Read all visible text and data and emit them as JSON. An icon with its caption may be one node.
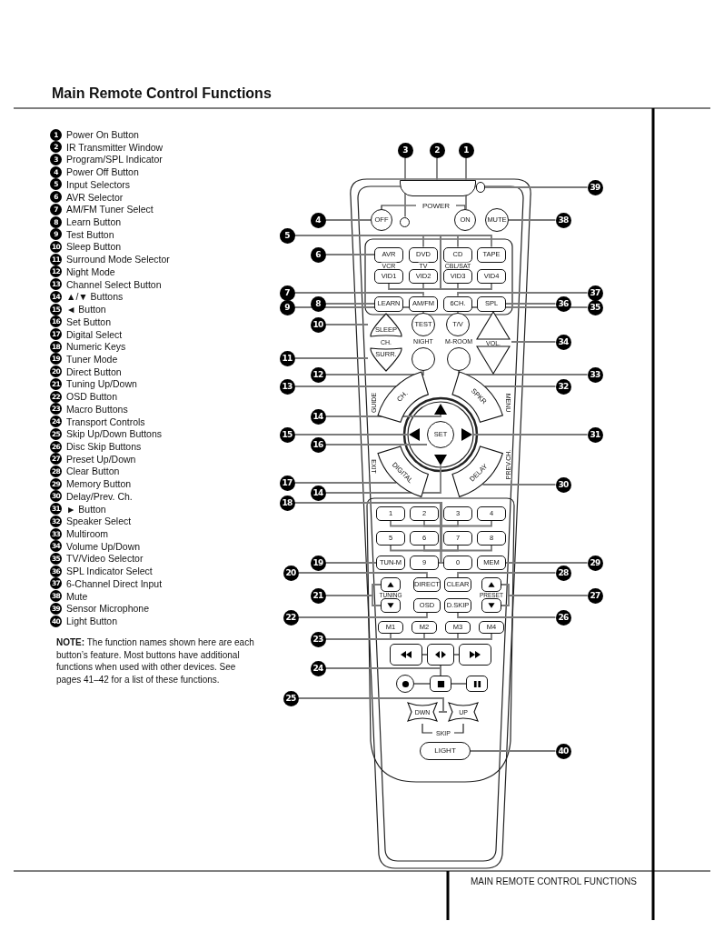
{
  "diagram": {
    "title": "Main Remote Control Functions",
    "nodes": [
      {
        "text": [
          "1"
        ]
      },
      {
        "text": [
          "2"
        ]
      },
      {
        "text": [
          "3"
        ]
      },
      {
        "text": [
          "4"
        ]
      },
      {
        "text": [
          "5"
        ]
      },
      {
        "text": [
          "6"
        ]
      },
      {
        "text": [
          "7"
        ]
      },
      {
        "text": [
          "8"
        ]
      },
      {
        "text": [
          "9"
        ]
      },
      {
        "text": [
          "10"
        ]
      },
      {
        "text": [
          "11"
        ]
      },
      {
        "text": [
          "12"
        ]
      },
      {
        "text": [
          "13"
        ]
      },
      {
        "text": [
          "14"
        ]
      },
      {
        "text": [
          "14"
        ]
      },
      {
        "text": [
          "15"
        ]
      },
      {
        "text": [
          "16"
        ]
      },
      {
        "text": [
          "17"
        ]
      },
      {
        "text": [
          "18"
        ]
      },
      {
        "text": [
          "19"
        ]
      },
      {
        "text": [
          "20"
        ]
      },
      {
        "text": [
          "21"
        ]
      },
      {
        "text": [
          "22"
        ]
      },
      {
        "text": [
          "23"
        ]
      },
      {
        "text": [
          "24"
        ]
      },
      {
        "text": [
          "25"
        ]
      },
      {
        "text": [
          "26"
        ]
      },
      {
        "text": [
          "27"
        ]
      },
      {
        "text": [
          "28"
        ]
      },
      {
        "text": [
          "29"
        ]
      },
      {
        "text": [
          "30"
        ]
      },
      {
        "text": [
          "31"
        ]
      },
      {
        "text": [
          "32"
        ]
      },
      {
        "text": [
          "33"
        ]
      },
      {
        "text": [
          "34"
        ]
      },
      {
        "text": [
          "35"
        ]
      },
      {
        "text": [
          "36"
        ]
      },
      {
        "text": [
          "37"
        ]
      },
      {
        "text": [
          "38"
        ]
      },
      {
        "text": [
          "39"
        ]
      },
      {
        "text": [
          "40"
        ]
      },
      {
        "text": [],
        "shape": "box"
      },
      {
        "text": [],
        "shape": "box"
      },
      {
        "text": [],
        "shape": "circle"
      },
      {
        "text": [
          "OFF"
        ]
      },
      {
        "text": [
          "ON"
        ]
      },
      {
        "text": [
          "MUTE"
        ]
      },
      {
        "text": [
          "AVR"
        ]
      },
      {
        "text": [
          "DVD"
        ]
      },
      {
        "text": [
          "CD"
        ]
      },
      {
        "text": [
          "TAPE"
        ]
      },
      {
        "text": [
          "VCR",
          "VID1"
        ]
      },
      {
        "text": [
          "TV",
          "VID2"
        ]
      },
      {
        "text": [
          "CBL/SAT",
          "VID3"
        ]
      },
      {
        "text": [
          "VID4"
        ]
      },
      {
        "text": [
          "LEARN"
        ]
      },
      {
        "text": [
          "AM/FM"
        ]
      },
      {
        "text": [
          "6CH."
        ]
      },
      {
        "text": [
          "SPL"
        ]
      },
      {
        "text": [
          "SLEEP"
        ]
      },
      {
        "text": [
          "TEST"
        ]
      },
      {
        "text": [
          "T/V"
        ]
      },
      {
        "text": [
          "VOL."
        ]
      },
      {
        "text": [
          "CH.",
          "SURR."
        ]
      },
      {
        "text": [
          "NIGHT"
        ]
      },
      {
        "text": [
          "M-ROOM"
        ]
      },
      {
        "text": [
          "GUIDE",
          "CH."
        ]
      },
      {
        "text": [
          "MENU",
          "SPKR"
        ]
      },
      {
        "text": [
          "DIGITAL",
          "EXIT"
        ]
      },
      {
        "text": [
          "DELAY",
          "PREV.CH."
        ]
      },
      {
        "text": [],
        "shape": "triangle"
      },
      {
        "text": [],
        "shape": "triangle"
      },
      {
        "text": [
          "SET"
        ]
      },
      {
        "text": [],
        "shape": "triangle"
      },
      {
        "text": [],
        "shape": "triangle"
      },
      {
        "text": [
          "1"
        ]
      },
      {
        "text": [
          "2"
        ]
      },
      {
        "text": [
          "3"
        ]
      },
      {
        "text": [
          "4"
        ]
      },
      {
        "text": [
          "5"
        ]
      },
      {
        "text": [
          "6"
        ]
      },
      {
        "text": [
          "7"
        ]
      },
      {
        "text": [
          "8"
        ]
      },
      {
        "text": [
          "9"
        ]
      },
      {
        "text": [
          "0"
        ]
      },
      {
        "text": [
          "TUN-M"
        ]
      },
      {
        "text": [
          "MEM"
        ]
      },
      {
        "text": [],
        "shape": "box"
      },
      {
        "text": [
          "DIRECT"
        ]
      },
      {
        "text": [
          "CLEAR"
        ]
      },
      {
        "text": [],
        "shape": "box"
      },
      {
        "text": [],
        "shape": "box"
      },
      {
        "text": [
          "OSD"
        ]
      },
      {
        "text": [
          "D.SKIP"
        ]
      },
      {
        "text": [],
        "shape": "box"
      },
      {
        "text": [
          "M1"
        ]
      },
      {
        "text": [
          "M2"
        ]
      },
      {
        "text": [
          "M3"
        ]
      },
      {
        "text": [
          "M4"
        ]
      },
      {
        "text": [],
        "shape": "box"
      },
      {
        "text": [],
        "shape": "box"
      },
      {
        "text": [],
        "shape": "box"
      },
      {
        "text": [],
        "shape": "circle"
      },
      {
        "text": [],
        "shape": "box"
      },
      {
        "text": [],
        "shape": "box"
      },
      {
        "text": [
          "DWN"
        ]
      },
      {
        "text": [
          "UP"
        ]
      },
      {
        "text": [
          "LIGHT"
        ]
      }
    ],
    "edges": [
      {
        "from": 0,
        "to": 45,
        "arrow": "none"
      },
      {
        "from": 1,
        "to": 41,
        "arrow": "none"
      },
      {
        "from": 2,
        "to": 43,
        "arrow": "none"
      },
      {
        "from": 3,
        "to": 44,
        "arrow": "none"
      },
      {
        "from": 4,
        "to": 48,
        "arrow": "none"
      },
      {
        "from": 4,
        "to": 49,
        "arrow": "none"
      },
      {
        "from": 4,
        "to": 50,
        "arrow": "none"
      },
      {
        "from": 4,
        "to": 51,
        "arrow": "none"
      },
      {
        "from": 4,
        "to": 52,
        "arrow": "none"
      },
      {
        "from": 4,
        "to": 53,
        "arrow": "none"
      },
      {
        "from": 4,
        "to": 54,
        "arrow": "none"
      },
      {
        "from": 5,
        "to": 47,
        "arrow": "none"
      },
      {
        "from": 6,
        "to": 56,
        "arrow": "none"
      },
      {
        "from": 7,
        "to": 55,
        "arrow": "none"
      },
      {
        "from": 8,
        "to": 60,
        "arrow": "none"
      },
      {
        "from": 9,
        "to": 59,
        "arrow": "none"
      },
      {
        "from": 10,
        "to": 63,
        "arrow": "none"
      },
      {
        "from": 11,
        "to": 64,
        "arrow": "none"
      },
      {
        "from": 12,
        "to": 66,
        "arrow": "none"
      },
      {
        "from": 13,
        "to": 70,
        "arrow": "none"
      },
      {
        "from": 14,
        "to": 74,
        "arrow": "none"
      },
      {
        "from": 15,
        "to": 71,
        "arrow": "none"
      },
      {
        "from": 16,
        "to": 72,
        "arrow": "none"
      },
      {
        "from": 17,
        "to": 68,
        "arrow": "none"
      },
      {
        "from": 18,
        "to": 75,
        "arrow": "none"
      },
      {
        "from": 18,
        "to": 76,
        "arrow": "none"
      },
      {
        "from": 18,
        "to": 77,
        "arrow": "none"
      },
      {
        "from": 18,
        "to": 78,
        "arrow": "none"
      },
      {
        "from": 18,
        "to": 79,
        "arrow": "none"
      },
      {
        "from": 18,
        "to": 80,
        "arrow": "none"
      },
      {
        "from": 18,
        "to": 81,
        "arrow": "none"
      },
      {
        "from": 18,
        "to": 82,
        "arrow": "none"
      },
      {
        "from": 18,
        "to": 83,
        "arrow": "none"
      },
      {
        "from": 18,
        "to": 84,
        "arrow": "none"
      },
      {
        "from": 19,
        "to": 85,
        "arrow": "none"
      },
      {
        "from": 20,
        "to": 88,
        "arrow": "none"
      },
      {
        "from": 21,
        "to": 87,
        "arrow": "none"
      },
      {
        "from": 21,
        "to": 91,
        "arrow": "none"
      },
      {
        "from": 22,
        "to": 92,
        "arrow": "none"
      },
      {
        "from": 23,
        "to": 95,
        "arrow": "none"
      },
      {
        "from": 23,
        "to": 96,
        "arrow": "none"
      },
      {
        "from": 23,
        "to": 97,
        "arrow": "none"
      },
      {
        "from": 23,
        "to": 98,
        "arrow": "none"
      },
      {
        "from": 24,
        "to": 99,
        "arrow": "none"
      },
      {
        "from": 24,
        "to": 100,
        "arrow": "none"
      },
      {
        "from": 24,
        "to": 101,
        "arrow": "none"
      },
      {
        "from": 24,
        "to": 102,
        "arrow": "none"
      },
      {
        "from": 24,
        "to": 103,
        "arrow": "none"
      },
      {
        "from": 24,
        "to": 104,
        "arrow": "none"
      },
      {
        "from": 25,
        "to": 105,
        "arrow": "none"
      },
      {
        "from": 25,
        "to": 106,
        "arrow": "none"
      },
      {
        "from": 26,
        "to": 93,
        "arrow": "none"
      },
      {
        "from": 27,
        "to": 90,
        "arrow": "none"
      },
      {
        "from": 27,
        "to": 94,
        "arrow": "none"
      },
      {
        "from": 28,
        "to": 89,
        "arrow": "none"
      },
      {
        "from": 29,
        "to": 86,
        "arrow": "none"
      },
      {
        "from": 30,
        "to": 69,
        "arrow": "none"
      },
      {
        "from": 31,
        "to": 73,
        "arrow": "none"
      },
      {
        "from": 32,
        "to": 67,
        "arrow": "none"
      },
      {
        "from": 33,
        "to": 65,
        "arrow": "none"
      },
      {
        "from": 34,
        "to": 62,
        "arrow": "none"
      },
      {
        "from": 35,
        "to": 61,
        "arrow": "none"
      },
      {
        "from": 36,
        "to": 58,
        "arrow": "none"
      },
      {
        "from": 37,
        "to": 57,
        "arrow": "none"
      },
      {
        "from": 38,
        "to": 46,
        "arrow": "none"
      },
      {
        "from": 39,
        "to": 42,
        "arrow": "none"
      },
      {
        "from": 40,
        "to": 107,
        "arrow": "none"
      }
    ],
    "labels": [
      "1",
      "Power On Button",
      "2",
      "IR Transmitter Window",
      "3",
      "Program/SPL Indicator",
      "4",
      "Power Off Button",
      "5",
      "Input Selectors",
      "6",
      "AVR Selector",
      "7",
      "AM/FM Tuner Select",
      "8",
      "Learn Button",
      "9",
      "Test Button",
      "10",
      "Sleep Button",
      "11",
      "Surround Mode Selector",
      "12",
      "Night Mode",
      "13",
      "Channel Select Button",
      "14",
      "▲/▼ Buttons",
      "15",
      "◄ Button",
      "16",
      "Set Button",
      "17",
      "Digital Select",
      "18",
      "Numeric Keys",
      "19",
      "Tuner Mode",
      "20",
      "Direct Button",
      "21",
      "Tuning Up/Down",
      "22",
      "OSD Button",
      "23",
      "Macro Buttons",
      "24",
      "Transport Controls",
      "25",
      "Skip Up/Down Buttons",
      "26",
      "Disc Skip Buttons",
      "27",
      "Preset Up/Down",
      "28",
      "Clear Button",
      "29",
      "Memory Button",
      "30",
      "Delay/Prev. Ch.",
      "31",
      "► Button",
      "32",
      "Speaker Select",
      "33",
      "Multiroom",
      "34",
      "Volume Up/Down",
      "35",
      "TV/Video Selector",
      "36",
      "SPL Indicator Select",
      "37",
      "6-Channel Direct Input",
      "38",
      "Mute",
      "39",
      "Sensor Microphone",
      "40",
      "Light Button",
      "POWER",
      "TUNING",
      "PRESET",
      "SKIP",
      "**NOTE:** The function names shown here are each button’s feature. Most buttons have additional functions when used with other devices. See pages 41–42 for a list of these functions.",
      "MAIN REMOTE CONTROL FUNCTIONS"
    ]
  }
}
